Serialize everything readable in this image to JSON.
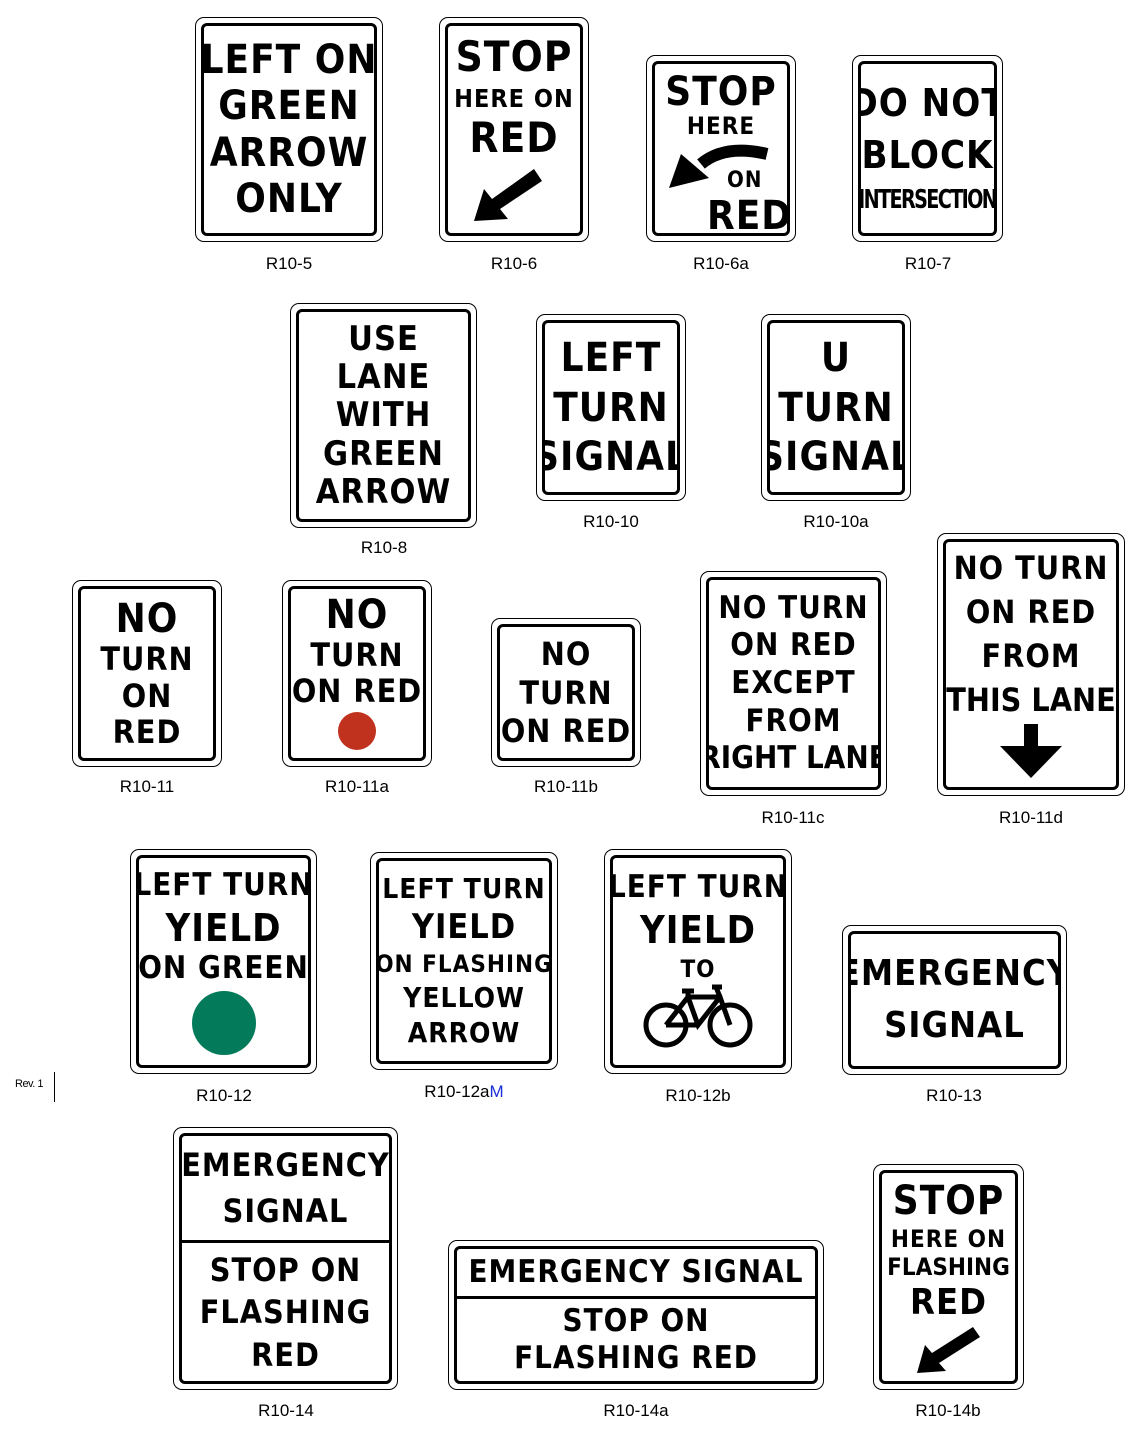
{
  "colors": {
    "red_disk": "#c0311e",
    "green_disk": "#037a5a",
    "caption_suffix": "#1a2dd6"
  },
  "revision_note": "Rev. 1",
  "signs": {
    "r10_5": {
      "code": "R10-5",
      "lines": [
        "LEFT ON",
        "GREEN",
        "ARROW",
        "ONLY"
      ]
    },
    "r10_6": {
      "code": "R10-6",
      "lines": [
        "STOP",
        "HERE ON",
        "RED"
      ],
      "arrow": "down-left-arrow"
    },
    "r10_6a": {
      "code": "R10-6a",
      "lines": [
        "STOP",
        "HERE",
        "ON",
        "RED"
      ],
      "arrow": "curved-left-arrow"
    },
    "r10_7": {
      "code": "R10-7",
      "lines": [
        "DO NOT",
        "BLOCK",
        "INTERSECTION"
      ]
    },
    "r10_8": {
      "code": "R10-8",
      "lines": [
        "USE",
        "LANE",
        "WITH",
        "GREEN",
        "ARROW"
      ]
    },
    "r10_10": {
      "code": "R10-10",
      "lines": [
        "LEFT",
        "TURN",
        "SIGNAL"
      ]
    },
    "r10_10a": {
      "code": "R10-10a",
      "lines": [
        "U",
        "TURN",
        "SIGNAL"
      ]
    },
    "r10_11": {
      "code": "R10-11",
      "lines": [
        "NO",
        "TURN",
        "ON",
        "RED"
      ]
    },
    "r10_11a": {
      "code": "R10-11a",
      "lines": [
        "NO",
        "TURN",
        "ON RED"
      ],
      "symbol": "red-disk-icon"
    },
    "r10_11b": {
      "code": "R10-11b",
      "lines": [
        "NO",
        "TURN",
        "ON RED"
      ]
    },
    "r10_11c": {
      "code": "R10-11c",
      "lines": [
        "NO TURN",
        "ON RED",
        "EXCEPT",
        "FROM",
        "RIGHT LANE"
      ]
    },
    "r10_11d": {
      "code": "R10-11d",
      "lines": [
        "NO TURN",
        "ON RED",
        "FROM",
        "THIS LANE"
      ],
      "arrow": "down-arrow"
    },
    "r10_12": {
      "code": "R10-12",
      "lines": [
        "LEFT TURN",
        "YIELD",
        "ON GREEN"
      ],
      "symbol": "green-disk-icon"
    },
    "r10_12a": {
      "code": "R10-12a",
      "code_suffix": "M",
      "lines": [
        "LEFT TURN",
        "YIELD",
        "ON FLASHING",
        "YELLOW",
        "ARROW"
      ]
    },
    "r10_12b": {
      "code": "R10-12b",
      "lines": [
        "LEFT TURN",
        "YIELD",
        "TO"
      ],
      "symbol": "bicycle-icon"
    },
    "r10_13": {
      "code": "R10-13",
      "lines": [
        "EMERGENCY",
        "SIGNAL"
      ]
    },
    "r10_14": {
      "code": "R10-14",
      "top": [
        "EMERGENCY",
        "SIGNAL"
      ],
      "bottom": [
        "STOP ON",
        "FLASHING",
        "RED"
      ]
    },
    "r10_14a": {
      "code": "R10-14a",
      "top": [
        "EMERGENCY SIGNAL"
      ],
      "bottom": [
        "STOP ON",
        "FLASHING RED"
      ]
    },
    "r10_14b": {
      "code": "R10-14b",
      "lines": [
        "STOP",
        "HERE ON",
        "FLASHING",
        "RED"
      ],
      "arrow": "down-left-arrow"
    }
  }
}
